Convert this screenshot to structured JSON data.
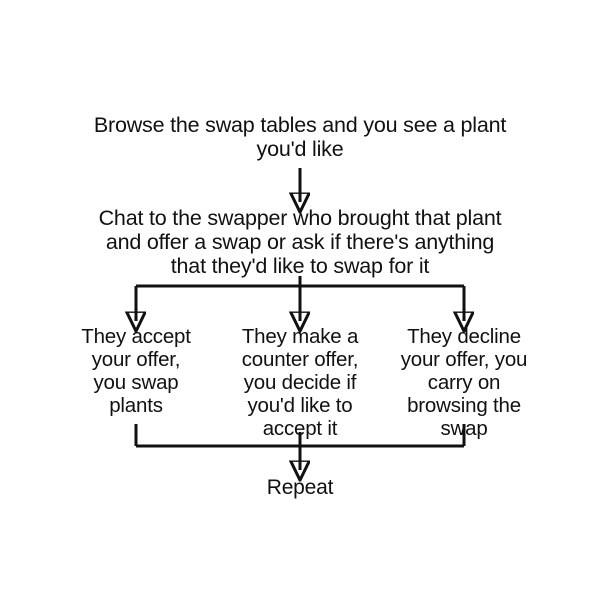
{
  "diagram": {
    "title": "Plant swap flowchart",
    "background_color": "#ffffff",
    "line_color": "#111111",
    "text_color": "#111111",
    "nodes": {
      "browse": "Browse the swap tables and you see a plant\nyou'd like",
      "chat": "Chat to the swapper who brought that plant\nand offer a swap or ask if there's anything\nthat they'd like to swap for it",
      "accept": "They accept\nyour offer,\nyou swap\nplants",
      "counter": "They make a\ncounter offer,\nyou decide if\nyou'd like to\naccept it",
      "decline": "They decline\nyour offer, you\ncarry on\nbrowsing the\nswap",
      "repeat": "Repeat"
    },
    "connectors": [
      {
        "name": "browse-to-chat",
        "type": "arrow-down"
      },
      {
        "name": "chat-to-branches",
        "type": "fork-three"
      },
      {
        "name": "branches-to-repeat",
        "type": "merge-three"
      }
    ]
  }
}
